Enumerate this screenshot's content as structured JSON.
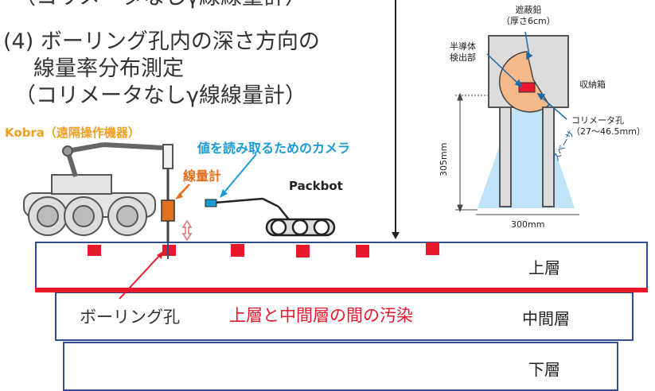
{
  "text": {
    "top_cut": "（コリメータなしγ線線量計）",
    "item4_line1": "(4) ボーリング孔内の深さ方向の",
    "item4_line2": "線量率分布測定",
    "item4_line3": "（コリメータなしγ線線量計）",
    "kobra": "Kobra（遠隔操作機器）",
    "camera": "値を読み取るためのカメラ",
    "dosimeter": "線量計",
    "packbot": "Packbot",
    "upper": "上層",
    "middle": "中間層",
    "lower": "下層",
    "boring_hole": "ボーリング孔",
    "contamination": "上層と中間層の間の汚染"
  },
  "detector": {
    "shield": "遮蔽鉛\n（厚さ6cm）",
    "shield_line1": "遮蔽鉛",
    "shield_line2": "（厚さ6cm）",
    "semiconductor_line1": "半導体",
    "semiconductor_line2": "検出部",
    "case": "収納箱",
    "collimator_line1": "コリメータ孔",
    "collimator_line2": "（27～46.5mm）",
    "spacer": "スペーサ",
    "height": "305mm",
    "width": "300mm"
  },
  "colors": {
    "kobra_label": "#f0a020",
    "camera_label": "#1a9ad6",
    "dosimeter_label": "#e07020",
    "layer_border": "#2f4f8f",
    "contamination": "#e8192c",
    "marker": "#e8192c",
    "lead": "#f7b98a",
    "cone": "#bfe3f7"
  }
}
